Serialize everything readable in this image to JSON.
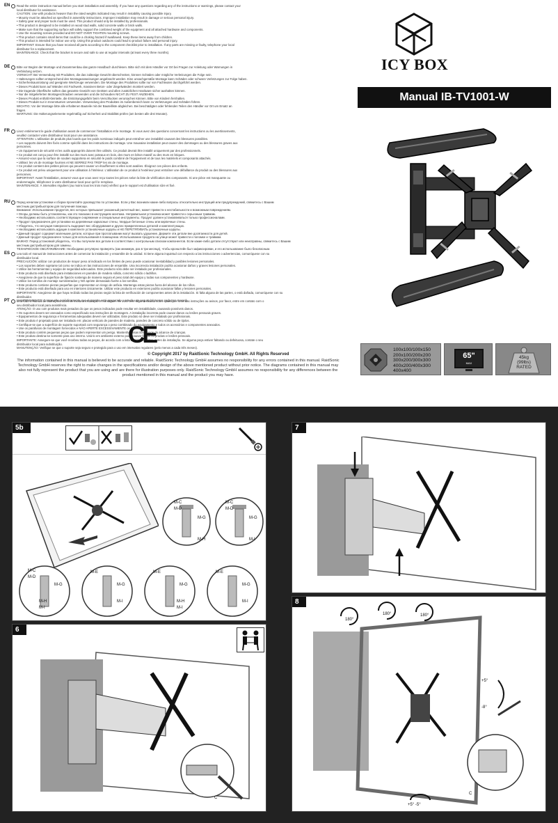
{
  "languages": [
    {
      "code": "EN",
      "lines": [
        "Read the entire instruction manual before you start installation and assembly. If you have any questions regarding any of the instructions or warnings, please contact your",
        "local distributor for assistance.",
        "CAUTION: Use with products heavier than the rated weights indicated may result in instability causing possible injury.",
        "• Mounty must be attached as specified in assembly instructions. Improper installation may result in damage or serious personal injury.",
        "• Safety gear and proper tools must be used. This product should only be installed by professionals.",
        "• This product is designed to be installed on wood stud walls, solid concrete walls or brick walls.",
        "• Make sure that the supporting surface will safely support the combined weight of the equipment and all attached hardware and components.",
        "• Use the mounting screws provided and DO NOT OVER TIGHTEN mounting screws.",
        "• This product contains small items that could be a choking hazard if swallowed. Keep these items away from children.",
        "• This product is intended for indoor use only. Using this product outdoors could lead to product failure and personal injury.",
        "IMPORTANT: Ensure that you have received all parts according to the component checklist prior to installation. If any parts are missing or faulty, telephone your local",
        "distributor for a replacement.",
        "MAINTENANCE: Check that the bracket is secure and safe to use at regular intervals (at least every three months)."
      ]
    },
    {
      "code": "DE",
      "lines": [
        "Bitte vor Beginn der Montage und Zusammenbau das ganze Handbuch durchlesen. Bitte sich mit dem Händler vor Ort bei Fragen zur Anleitung oder Warnungen in",
        "Verbindung setzen.",
        "VORSICHT: Bei Verwendung mit Produkten, die das zulässige Gewicht überschreiten, können Schäden oder mögliche Verletzungen die Folge sein.",
        "• Halterungen sollten entsprechend den Montageanweisungen angebracht werden. Eine unsachgemäße Montage kann Schäden oder schwere Verletzungen zur Folge haben.",
        "• Sicherheitsausrüstung und geeignete Werkzeuge verwenden. Die Montage des Produktes sollte nur von Fachleuten durchgeführt werden.",
        "• Dieses Produkt kann auf Wänden mit Fachwerk, massiven Beton- oder Ziegelwänden montiert werden.",
        "• Die tragende Oberfläche sollten das gesamte Gewicht von Geräten und allen zusätzlichen Hardware sicher aushalten können.",
        "• Nur die mitgelieferten Montageschrauben verwenden und die Schrauben NICHT ZU FEST ANZIEHEN.",
        "• Dieses Produkt enthält Kleinteile, die Erstickungsgefahr beim Verschlucken verursachen können. Bitte von Kindern fernhalten.",
        "• Dieses Produkt nur in Innenräumen verwenden. Verwendung des Produktes im Außenbereich kann zu Verletzungen und Schäden führen.",
        "WICHTIG: Vor der Montage bitte alle erhaltenen Bauteile mit der Bauteilliste abgleichen. Bei beschädigten oder fehlenden Teilen den Händler vor Ort um Ersatz an",
        "fragen.",
        "WARTUNG: Die Halterungselemente regelmäßig auf Sicherheit und Stabilität prüfen (am besten alle drei Monate)."
      ]
    },
    {
      "code": "FR",
      "lines": [
        "Lisez entièrement le guide d'utilisation avant de commencer l'installation et le montage. Si vous avez des questions concernant les instructions ou les avertissements,",
        "veuillez contacter votre distributeur local pour une assistance.",
        "ATTENTION: L'utilisation de produits plus lourds que les poids nominaux indiqués peut entraîner une instabilité causant des blessures possibles.",
        "• Les supports doivent être fixés comme spécifié dans les instructions de montage. Une mauvaise installation peut causer des dommages ou des blessures graves aux",
        "personnes.",
        "• Un équipement de sécurité et les outils appropriés doivent être utilisés. Ce produit devrait être installé uniquement par des professionnels.",
        "• Ce produit est conçu pour être installé sur des murs avec poteaux en bois, des murs en béton massif ou des murs en briques.",
        "• Assurez-vous que la surface de soutien supportera en sécurité le poids combiné de l'équipement et de tous les matériels et composants attachés.",
        "• Utilisez les vis de montage fournies et NE SERREZ PAS TROP les vis de montage.",
        "• Ce produit contient des petites pièces qui peuvent causer un étouffement si elles sont avalées. Éloignez ces pièces des enfants.",
        "• Ce produit est prévu uniquement pour une utilisation à l'intérieur. L'utilisation de ce produit à l'extérieur peut entraîner une défaillance du produit ou des blessures aux",
        "personnes.",
        "IMPORTANT: Avant l'installation, assurez-vous que vous avez reçu toutes les pièces selon la liste de vérification des composants. Si une pièce est manquante ou",
        "endommagée, téléphonez à votre distributeur local pour qu'il le remplace.",
        "MAINTENANCE: À intervalles réguliers (au moins tous les trois mois) vérifiez que le support est d'utilisation sûre et fixé."
      ]
    },
    {
      "code": "RU",
      "lines": [
        "Перед началом установки и сборки прочитайте руководство по установке. Если у Вас возникли какие-либо вопросы относительно инструкций или предупреждений, свяжитесь с Вашим",
        "местным дистрибьютором для получения помощи.",
        "Внимание: Использование продуктов, вес которых превышает указанный расчетный вес, может привести к нестабильности и возможным повреждениям.",
        "• Опоры должны быть установлены, как это показано в инструкциях монтажа. Неправильная установка может привести к серьезным травмам.",
        "• Необходимо использовать соответствующее снаряжение и специальные инструменты. Продукт должен устанавливаться только профессионалами.",
        "• Продукт предназначен для установки на деревянные каркасные стены, твердые бетонные стены или кирпичные стены.",
        "• Убедитесь, что несущая поверхность выдержит вес оборудования и других прикрепленных деталей и комплектующих.",
        "• Необходимо использовать идущие в комплекте установочные шурупы и НЕ ПЕРЕТЯГИВАТЬ установочные шурупы.",
        "• Данный продукт содержит маленькие детали, которые при проглатывании могут вызвать удушение. Держите эти детали вне досягаемости для детей.",
        "• Данный продукт предназначен только для использования в помещении. Использование продукта на улице может привести к поломке и травмам.",
        "ВАЖНО: Перед установкой убедитесь, что Вы получили все детали в соответствии с контрольным списком компонентов. Если какие-либо детали отсутствуют или неисправны, свяжитесь с Вашим",
        "местным дистрибьютором для замены.",
        "ТЕХНИЧЕСКОЕ ОБСЛУЖИВАНИЕ: Необходимо регулярно проверять (как минимум, раз в три месяца), чтобы кронштейн был зафиксирован, и его использование было безопасным."
      ]
    },
    {
      "code": "ES",
      "lines": [
        "Lea todo el manual de instrucciones antes de comenzar la instalación y ensamble de la unidad. Si tiene alguna inquietud con respecto a las instrucciones o advertencias, comuníquese con su",
        "distribuidor local.",
        "PRECAUCIÓN: utilizar con productos de mayor peso al indicado en los límites de peso puede ocasionar inestabilidad y posibles lesiones personales.",
        "• Los soportes deben sujetarse tal como se indica en las instrucciones de ensamble. Una incorrecta instalación podría ocasionar daños y graves lesiones personales.",
        "• Utilice las herramientas y equipo de seguridad adecuados. Este producto sólo debe ser instalado por profesionales.",
        "• Este producto está diseñado para instalaciones en paredes de madera sólida, concreto sólido o ladrillos.",
        "• Asegúrese de que la superficie de fijación sostenga de manera segura el peso total del equipo y todas sus componentes y hardware.",
        "• Utilice los tornillos de montaje suministrados y NO apriete demasiado fuerte a los tornillos.",
        "• Este producto contiene piezas pequeñas que representan un riesgo de asfixia. Mantenga estas piezas fuera del alcance de los niños.",
        "• Este producto está diseñado para uso en interiores únicamente. Utilizar este producto en exteriores podría ocasionar fallas y lesiones personales.",
        "IMPORTANTE: Asegúrese de que haya recibido todas las piezas según la lista de verificación de componentes antes de la instalación. Si falta alguna de las partes, o está dañada, comuníquese con su",
        "distribuidor.",
        "MANTENIMIENTO: Compruebe periódicamente que el soporte esté asegurado y sea de uso seguro (al menos cada tres meses)."
      ]
    },
    {
      "code": "PT",
      "lines": [
        "Leia todo o manual de instruções antes de iniciar a instalação e montagem. Se você tiver alguma dúvida sobre quaisquer uma das instruções ou avisos, por favor, entre em contato com o",
        "seu distribuidor local para assistência.",
        "ATENÇÃO: O uso com produtos mais pesados do que os pesos indicados pode resultar em instabilidade, causando possíveis danos.",
        "• Os suportes devem ser anexados como especificado nas instruções de montagem. A instalação incorreta pode causar danos ou lesões pessoais graves.",
        "• Equipamentos de segurança e ferramentas adequadas devem ser utilizadas. Este produto só deve ser instalado por profissionais.",
        "• Este produto é projetado para ser instalado em: placas verticais de paredes de madeira, paredes de concreto sólido ou de tijolos.",
        "• Certifique-se que a superfície de suporte suportará com segurança o peso combinado do equipamento e todos os acessórios e componentes anexados.",
        "• Use os parafusos de montagem fornecidos e NÃO APERTE EXCESSIVAMENTE os parafusos.",
        "• Este produto contém pequenas peças que podem representar um perigo. Mantenha essas itens longe do alcance de crianças.",
        "• Este produto destina-se somente para uso interno. Usá-lo em ambiente externo pode causar falhas no produto e lesões pessoais.",
        "IMPORTANTE: Assegure-se que você recebeu todas as peças, de acordo com a lista de componentes, antes da instalação. Se alguma peça estiver faltando ou defeituosa, contate o seu",
        "distribuidor local para substituição.",
        "MANUTENÇÃO: Verifique se que o suporte seja seguro e protegido para o uso em intervalos regulares (pelo menos a cada três meses)."
      ]
    }
  ],
  "brand": "ICY BOX",
  "manual_title": "Manual IB-TV1001-W",
  "ce_mark": "CE",
  "copyright": "© Copyright 2017 by RaidSonic Technology GmbH. All Rights Reserved",
  "disclaimer": "The information contained in this manual is believed to be accurate and reliable. RaidSonic Technology GmbH assumes no responsibility for any errors contained in this manual. RaidSonic Technology GmbH reserves the right to make changes in the specifications and/or design of the above mentioned product without prior notice. The diagrams contained in this manual may also not fully represent the product that you are using and are there for illustration purposes only. RaidSonic Technology GmbH assumes no responsibility for any differences between the product mentioned in this manual and the product you may have.",
  "specs": {
    "vesa": [
      "100x100/100x150",
      "200x100/200x200",
      "300x200/300x300",
      "400x200/400x300",
      "400x400"
    ],
    "screen_size": "65\"",
    "screen_size_sub": "MAX",
    "weight_kg": "45kg",
    "weight_lbs": "(99lbs)",
    "weight_rated": "RATED"
  },
  "steps": {
    "s5b": "5b",
    "s6": "6",
    "s7": "7",
    "s8": "8"
  },
  "part_labels": {
    "mc": "M-C",
    "md": "M-D",
    "mg": "M-G",
    "mh": "M-H",
    "mi": "M-I",
    "me": "M-E",
    "c": "C"
  },
  "rotation": {
    "r180": "180°",
    "tilt_up": "+5°",
    "tilt_down": "-8°",
    "swivel": "+5° -5°"
  }
}
